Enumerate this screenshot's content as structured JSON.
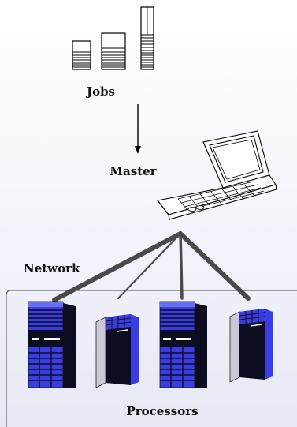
{
  "labels": {
    "jobs": "Jobs",
    "master": "Master",
    "network": "Network",
    "processors": "Processors"
  },
  "nodes": {
    "job_stacks": [
      "job-stack-short",
      "job-stack-medium",
      "job-stack-tall"
    ],
    "master_icon": "laptop-icon",
    "processor_icons": [
      "server-tower-blue",
      "server-tower-gray",
      "server-tower-blue",
      "server-tower-gray"
    ]
  },
  "colors": {
    "server_blue": "#3a3ee0",
    "server_dark": "#0d0d22",
    "server_gray": "#c8c8d6",
    "network_line": "#4a4a4a"
  }
}
